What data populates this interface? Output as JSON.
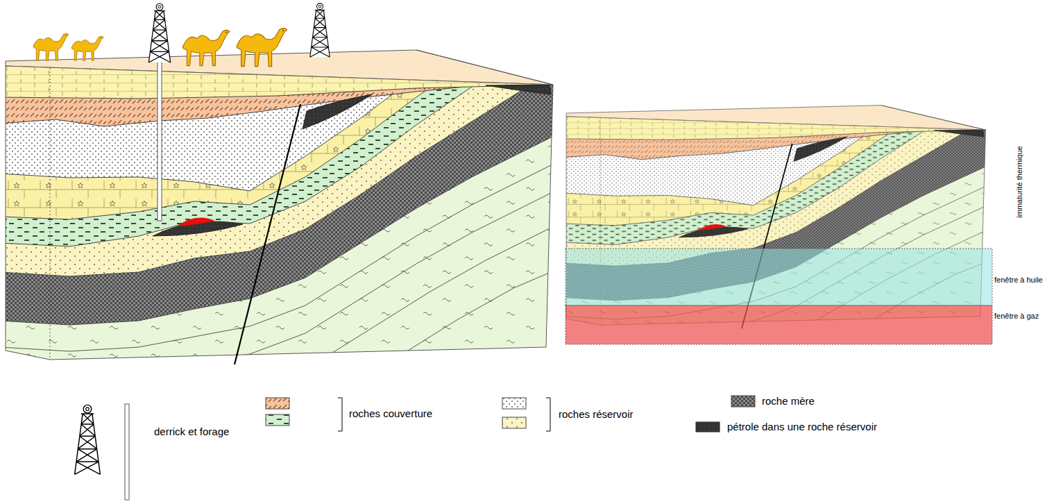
{
  "diagram": {
    "labels": [
      "immaturité thermique",
      "fenêtre à huile",
      "fenêtre à gaz"
    ],
    "legend": [
      {
        "text": "derrick et forage"
      },
      {
        "text": "roches couverture"
      },
      {
        "text": "roches réservoir"
      },
      {
        "text": "roche mère"
      },
      {
        "text": "pétrole dans une roche réservoir"
      }
    ]
  }
}
